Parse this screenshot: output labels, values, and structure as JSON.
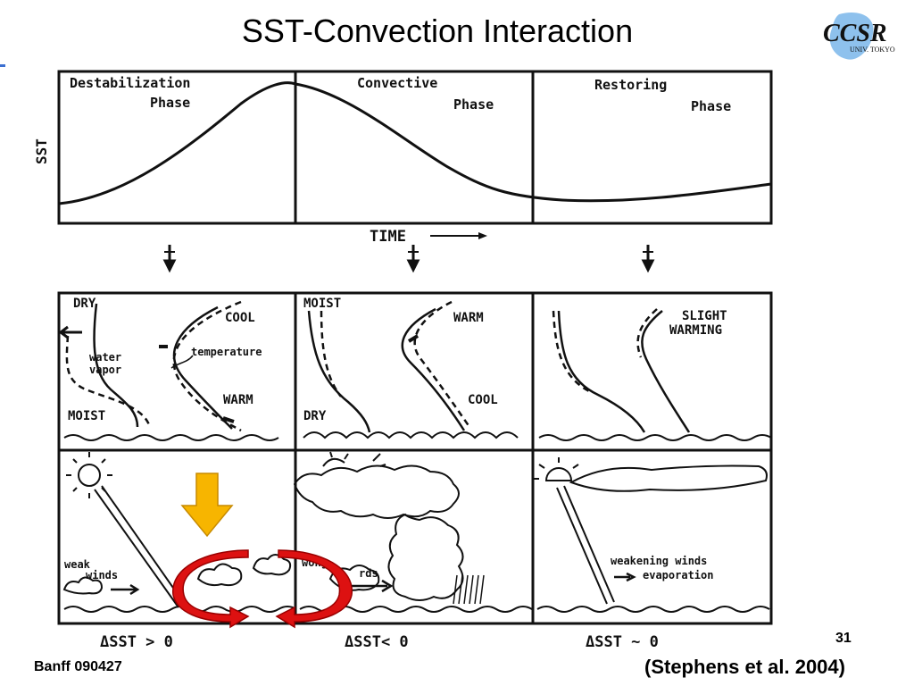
{
  "slide": {
    "title": "SST-Convection Interaction",
    "footer": "Banff 090427",
    "page_number": "31",
    "citation": "(Stephens et al. 2004)"
  },
  "logo": {
    "text": "CCSR",
    "subtext": "UNIV. TOKYO",
    "text_color": "#0a1a6b",
    "blob_color": "#7ab6ea"
  },
  "top_panel": {
    "y_axis_label": "SST",
    "x_axis_label": "TIME",
    "phases": [
      {
        "line1": "Destabilization",
        "line2": "Phase"
      },
      {
        "line1": "Convective",
        "line2": "Phase"
      },
      {
        "line1": "Restoring",
        "line2": "Phase"
      }
    ]
  },
  "profile_panels": {
    "destabilization": {
      "dry": "DRY",
      "cool": "COOL",
      "water_vapor_1": "water",
      "water_vapor_2": "vapor",
      "temperature": "temperature",
      "warm": "WARM",
      "moist": "MOIST"
    },
    "convective": {
      "moist": "MOIST",
      "warm": "WARM",
      "dry": "DRY",
      "cool": "COOL"
    },
    "restoring": {
      "slight": "SLIGHT",
      "warming": "WARMING"
    }
  },
  "scene_panels": {
    "destabilization": {
      "winds_1": "weak",
      "winds_2": "winds"
    },
    "convective": {
      "winds_1": "wong",
      "winds_2": "rds"
    },
    "restoring": {
      "winds_1": "weakening winds",
      "evaporation": "evaporation"
    }
  },
  "bottom_labels": [
    "ΔSST > 0",
    "ΔSST< 0",
    "ΔSST ~ 0"
  ],
  "colors": {
    "arrow_fill": "#f7b500",
    "arrow_stroke": "#c78a00",
    "circulation_fill": "#dd1111",
    "circulation_stroke": "#990000",
    "line": "#111111"
  }
}
